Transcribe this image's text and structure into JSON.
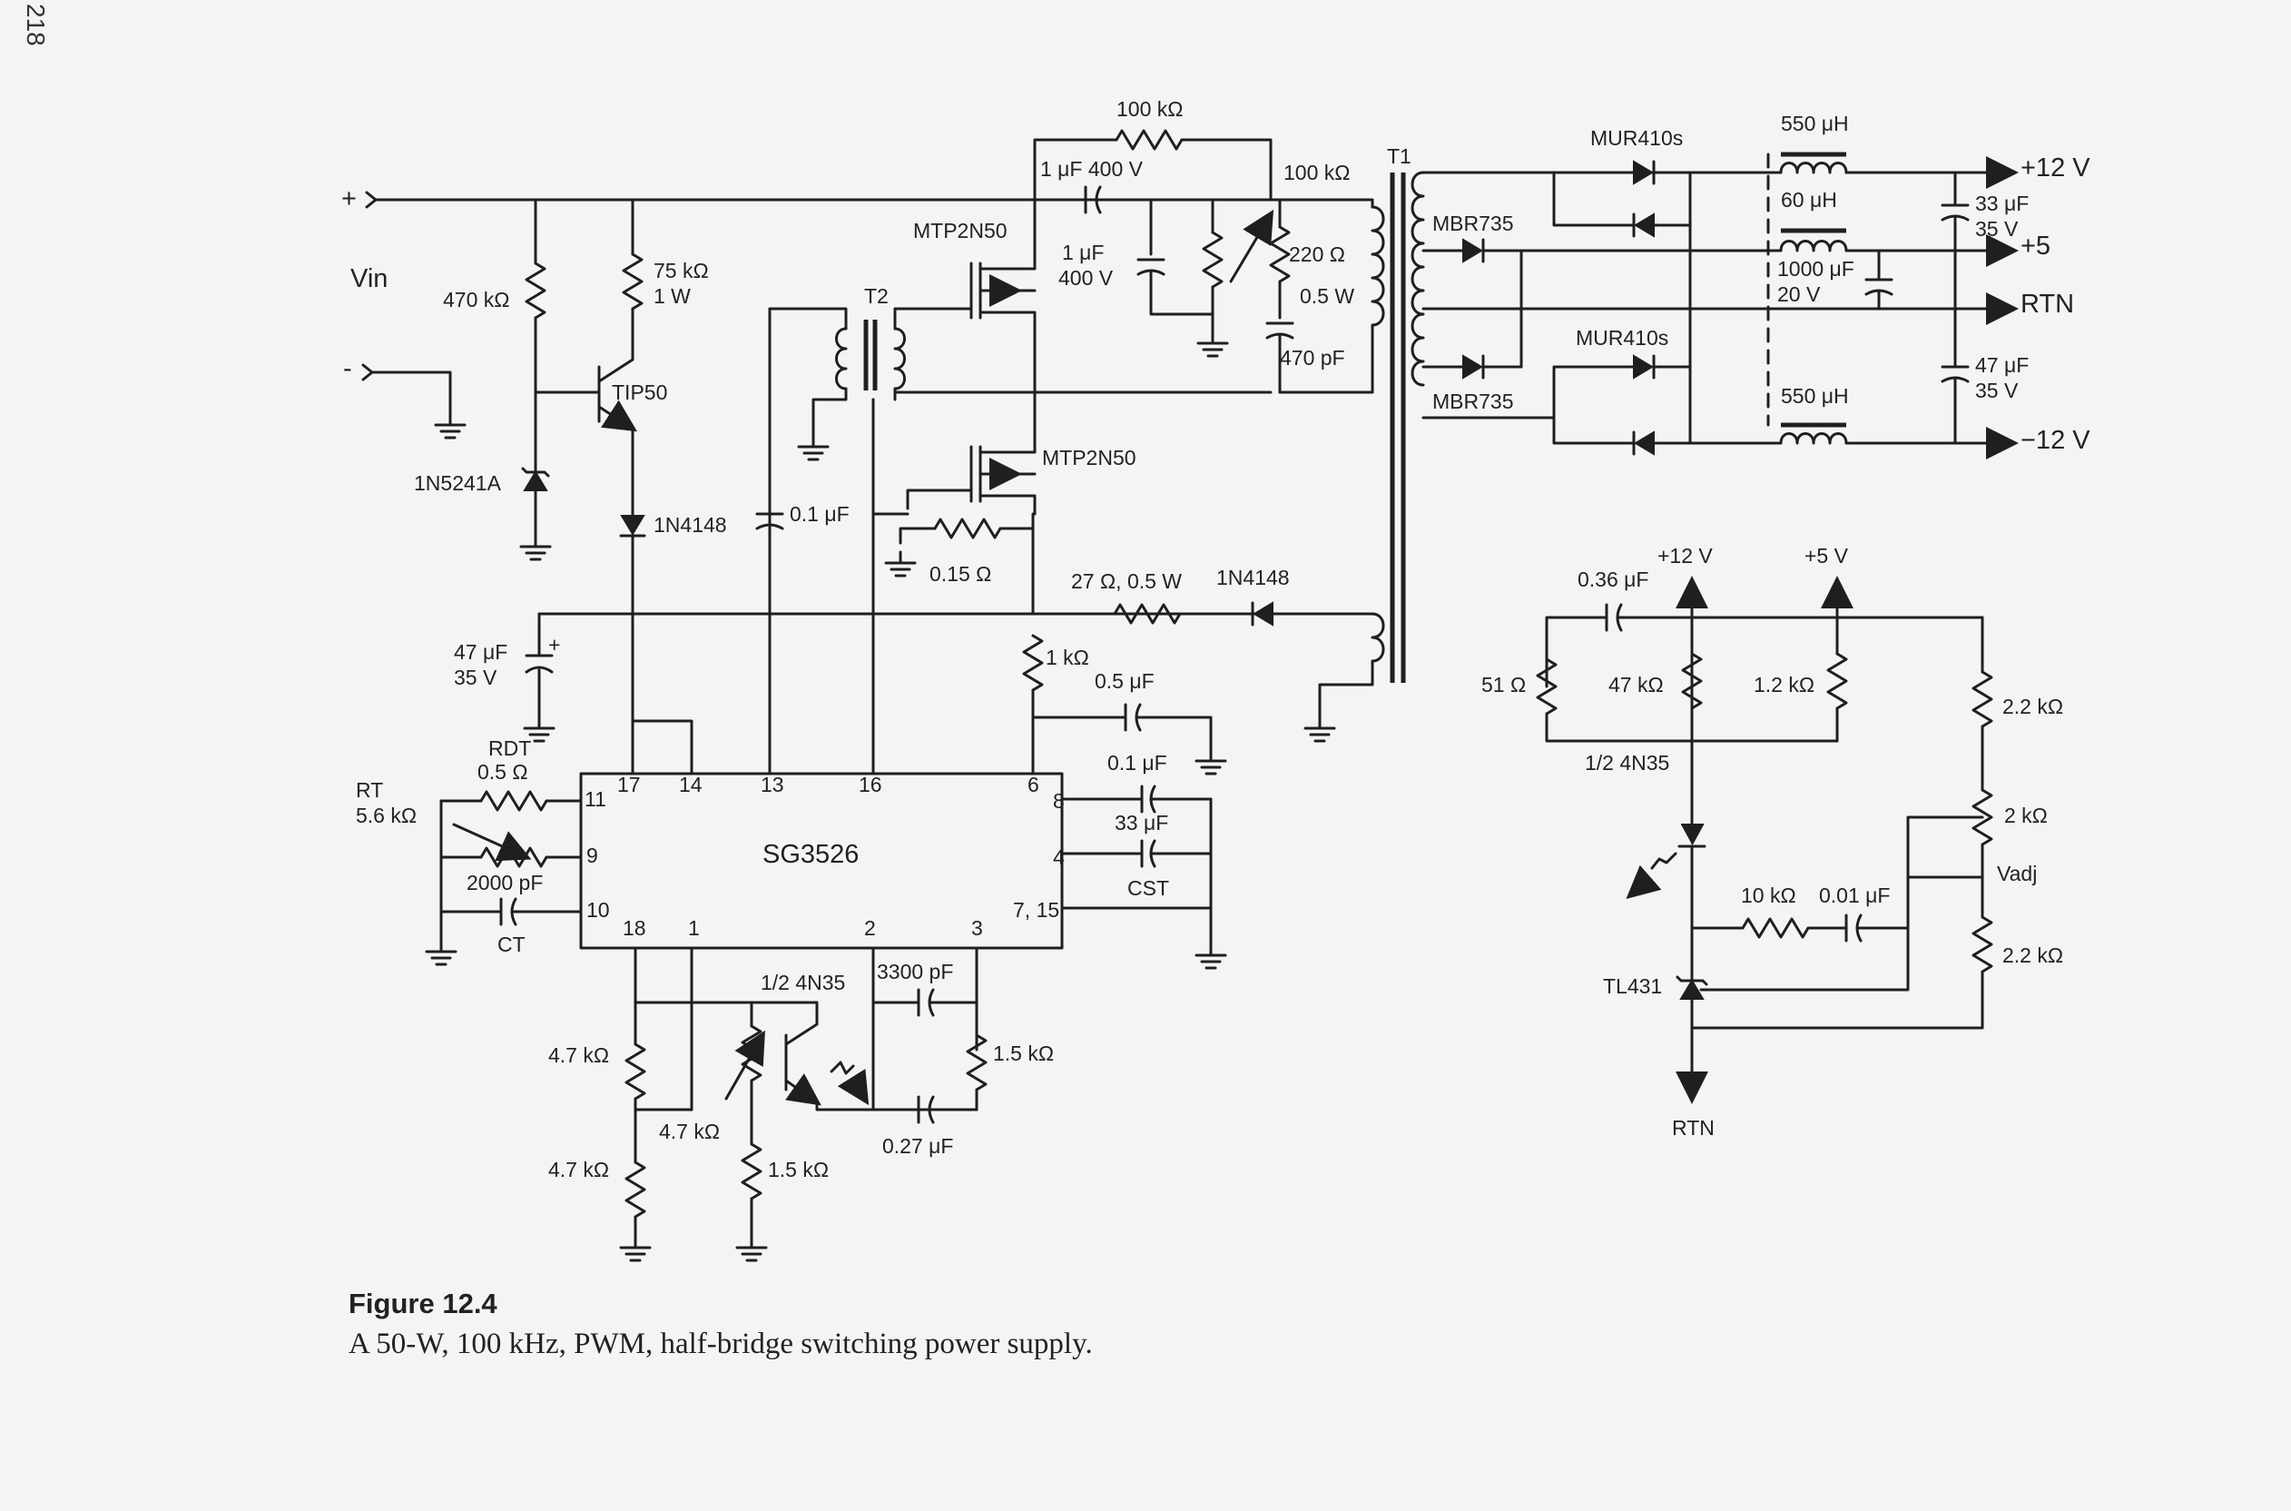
{
  "page_number": "218",
  "figure": {
    "number": "Figure 12.4",
    "caption": "A 50-W, 100 kHz, PWM, half-bridge switching power supply."
  },
  "ic": {
    "name": "SG3526",
    "pins": {
      "p11": "11",
      "p17": "17",
      "p14": "14",
      "p13": "13",
      "p16": "16",
      "p6": "6",
      "p9": "9",
      "p10": "10",
      "p18": "18",
      "p1": "1",
      "p2": "2",
      "p3": "3",
      "p8": "8",
      "p4": "4",
      "p715": "7, 15"
    }
  },
  "input": {
    "plus": "+",
    "vin": "Vin",
    "minus": "-"
  },
  "outputs": {
    "p12": "+12 V",
    "p5": "+5",
    "rtn": "RTN",
    "m12": "−12 V"
  },
  "labels": {
    "r100k_top": "100 kΩ",
    "c1u_400v_top": "1 μF  400 V",
    "r100k_right": "100 kΩ",
    "t1": "T1",
    "t2": "T2",
    "mtp_upper": "MTP2N50",
    "mtp_lower": "MTP2N50",
    "c1u": "1 μF",
    "c400v": "400 V",
    "r220": "220 Ω",
    "w05": "0.5 W",
    "c470p": "470 pF",
    "r470k": "470 kΩ",
    "r75k": "75 kΩ",
    "w1": "1 W",
    "tip50": "TIP50",
    "z1n5241": "1N5241A",
    "d1n4148_a": "1N4148",
    "c01u_a": "0.1 μF",
    "r015": "0.15 Ω",
    "r27": "27 Ω, 0.5 W",
    "d1n4148_b": "1N4148",
    "r1k": "1 kΩ",
    "c05u": "0.5 μF",
    "c47u_a": "47 μF",
    "v35_a": "35 V",
    "rdt": "RDT",
    "rdt_val": "0.5 Ω",
    "rt": "RT",
    "rt_val": "5.6 kΩ",
    "c2000p": "2000 pF",
    "ct": "CT",
    "c01u_b": "0.1 μF",
    "c33u_a": "33 μF",
    "cst": "CST",
    "r47k_a": "4.7 kΩ",
    "r47k_b": "4.7 kΩ",
    "r47k_pot": "4.7 kΩ",
    "r15k_a": "1.5 kΩ",
    "r15k_b": "1.5 kΩ",
    "opto_a": "1/2 4N35",
    "c3300p": "3300 pF",
    "c027u": "0.27 μF",
    "mur_top": "MUR410s",
    "mur_mid": "MUR410s",
    "mbr_top": "MBR735",
    "mbr_bot": "MBR735",
    "l550_top": "550 μH",
    "l60": "60 μH",
    "l550_bot": "550 μH",
    "c33u_b": "33 μF",
    "v35_b": "35 V",
    "c1000u": "1000 μF",
    "v20": "20 V",
    "c47u_b": "47 μF",
    "v35_c": "35 V",
    "fb_12v": "+12 V",
    "fb_5v": "+5 V",
    "c036u": "0.36 μF",
    "r51": "51 Ω",
    "r47k_fb": "47 kΩ",
    "r12k": "1.2 kΩ",
    "r22k_a": "2.2 kΩ",
    "opto_b": "1/2 4N35",
    "r2k": "2 kΩ",
    "vadj": "Vadj",
    "r10k": "10 kΩ",
    "c001u": "0.01 μF",
    "r22k_b": "2.2 kΩ",
    "tl431": "TL431",
    "fb_rtn": "RTN"
  }
}
